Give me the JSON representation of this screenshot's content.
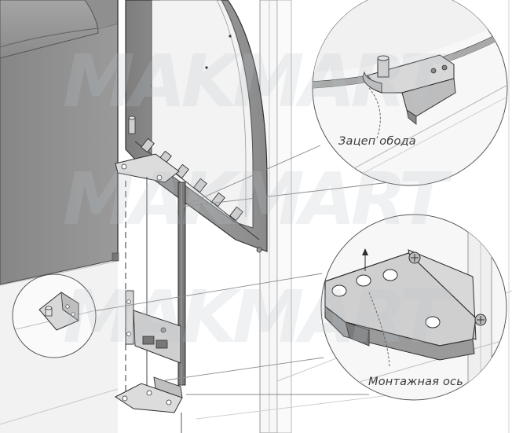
{
  "labels": {
    "rim_hook": "Зацеп обода",
    "mount_axis": "Монтажная ось"
  },
  "watermark": {
    "text": "MAKMART"
  },
  "colors": {
    "cabinet_gray": "#8e8e8e",
    "cabinet_dark": "#737373",
    "shelf_gray": "#9a9a9a",
    "metal_light": "#d9d9d9",
    "metal_mid": "#b5b5b5",
    "metal_dark": "#6e6e6e",
    "line": "#2e2e2e",
    "panel_white": "#f4f4f4"
  },
  "icons": [
    "magnifier-callout-circle"
  ]
}
